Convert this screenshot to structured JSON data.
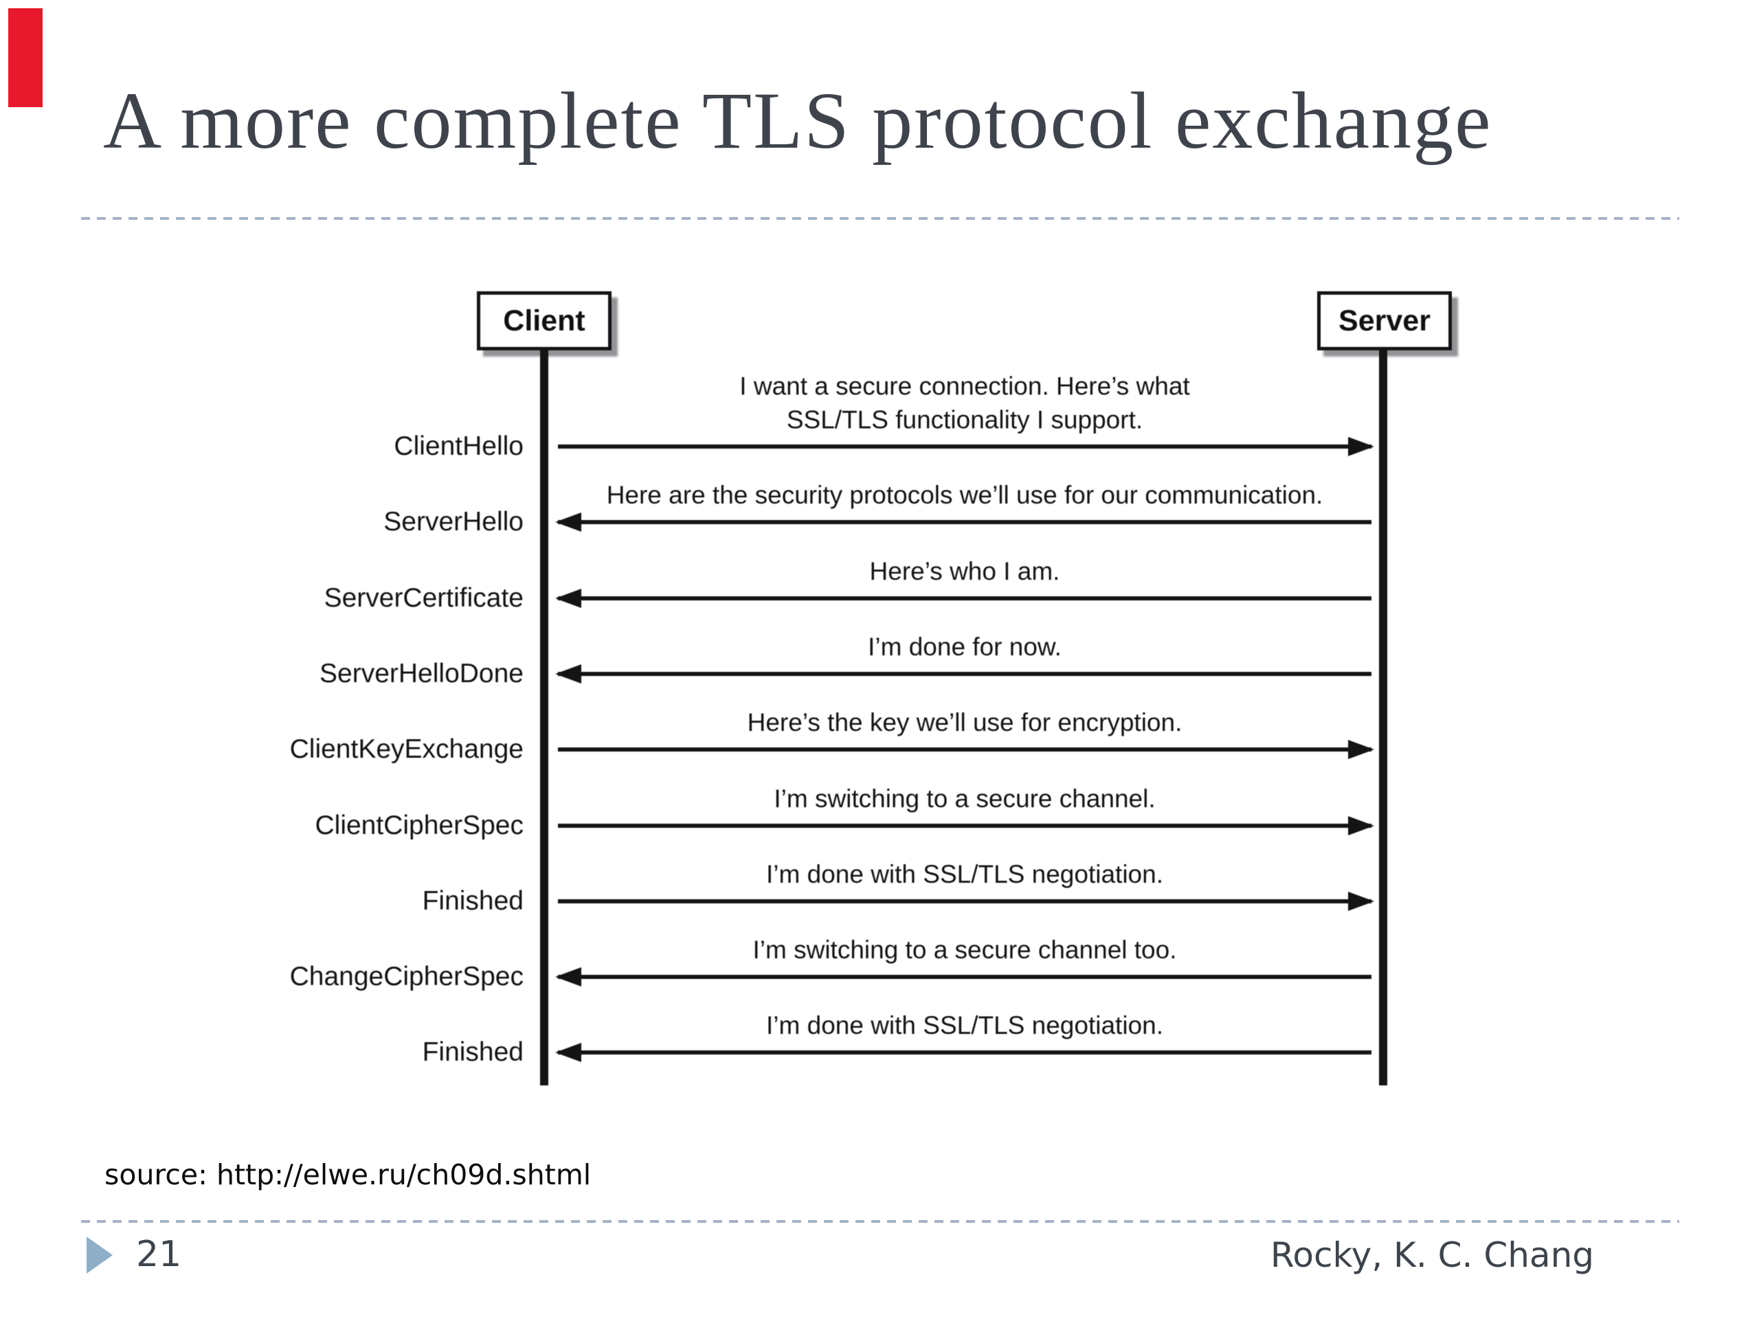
{
  "slide": {
    "title": "A more complete TLS protocol exchange",
    "source_note": "source: http://elwe.ru/ch09d.shtml",
    "footer": {
      "page_number": "21",
      "author": "Rocky, K. C. Chang"
    }
  },
  "diagram": {
    "actors": [
      {
        "id": "client",
        "label": "Client"
      },
      {
        "id": "server",
        "label": "Server"
      }
    ],
    "messages": [
      {
        "label": "ClientHello",
        "direction": "client-to-server",
        "text": "I want a secure connection. Here’s what\nSSL/TLS functionality I support."
      },
      {
        "label": "ServerHello",
        "direction": "server-to-client",
        "text": "Here are the security protocols we’ll use for our communication."
      },
      {
        "label": "ServerCertificate",
        "direction": "server-to-client",
        "text": "Here’s who I am."
      },
      {
        "label": "ServerHelloDone",
        "direction": "server-to-client",
        "text": "I’m done for now."
      },
      {
        "label": "ClientKeyExchange",
        "direction": "client-to-server",
        "text": "Here’s the key we’ll use for encryption."
      },
      {
        "label": "ClientCipherSpec",
        "direction": "client-to-server",
        "text": "I’m switching to a secure channel."
      },
      {
        "label": "Finished",
        "direction": "client-to-server",
        "text": "I’m done with SSL/TLS negotiation."
      },
      {
        "label": "ChangeCipherSpec",
        "direction": "server-to-client",
        "text": "I’m switching to a secure channel too."
      },
      {
        "label": "Finished",
        "direction": "server-to-client",
        "text": "I’m done with SSL/TLS negotiation."
      }
    ]
  },
  "colors": {
    "accent_bar": "#e8192c",
    "divider": "#a4b3c6",
    "bullet_triangle": "#8fafc8",
    "title_text": "#3f434c",
    "footer_text": "#3e444c",
    "diagram_ink": "#141414"
  }
}
